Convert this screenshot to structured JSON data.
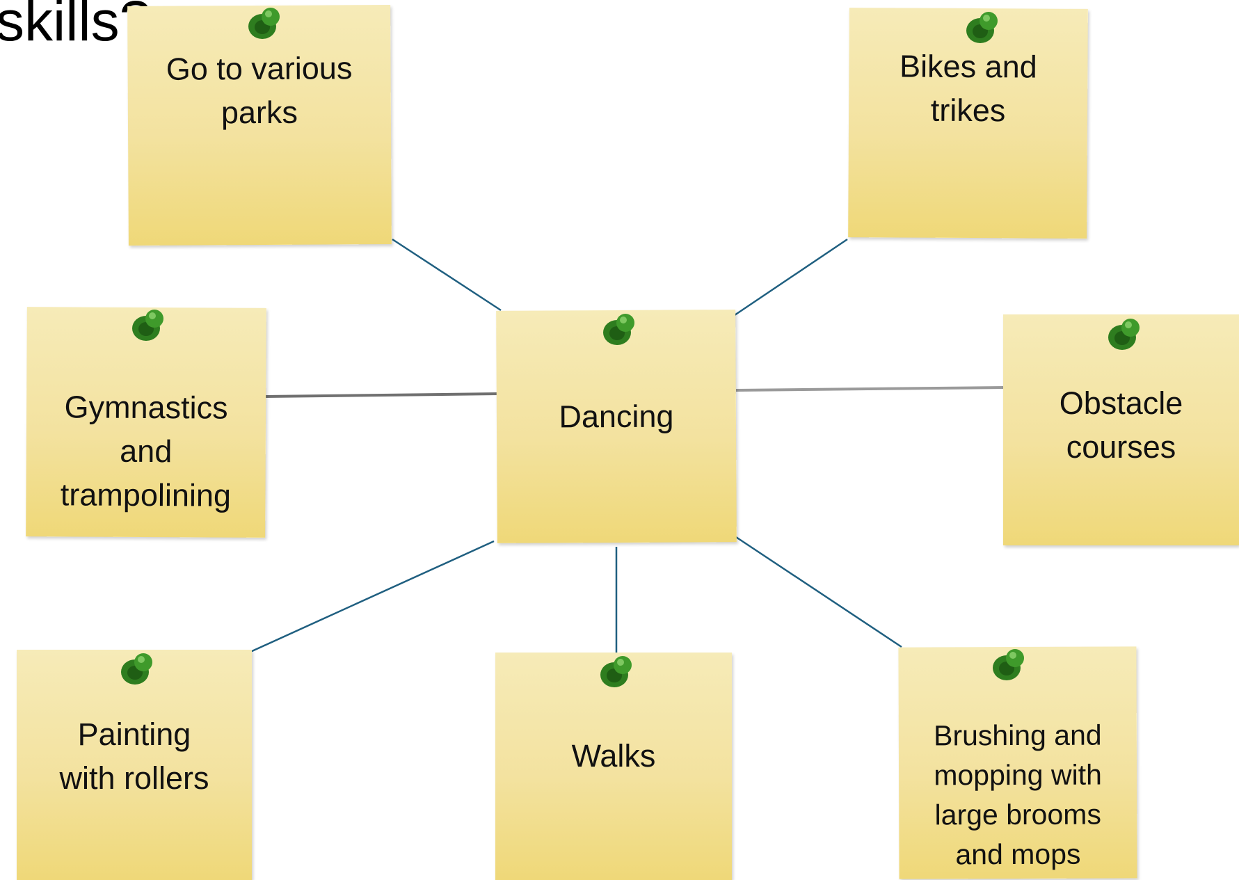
{
  "heading_fragment": "skills?",
  "center": {
    "label": "Dancing"
  },
  "notes": [
    {
      "label": "Go to various\nparks"
    },
    {
      "label": "Bikes and\ntrikes"
    },
    {
      "label": "Gymnastics\nand\ntrampolining"
    },
    {
      "label": "Obstacle\ncourses"
    },
    {
      "label": "Painting\nwith rollers"
    },
    {
      "label": "Walks"
    },
    {
      "label": "Brushing and\nmopping with\nlarge brooms\nand mops"
    }
  ],
  "colors": {
    "note_top": "#f6ebb8",
    "note_bottom": "#efd878",
    "connector": "#1f5f80",
    "pin": "#2e7d1f"
  },
  "icons": {
    "pin": "pushpin-icon"
  }
}
